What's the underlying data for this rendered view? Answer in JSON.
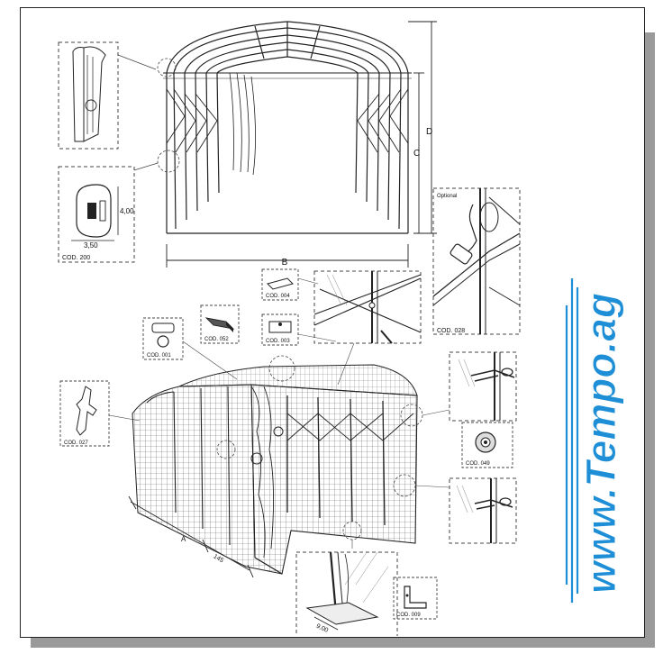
{
  "labels": {
    "cod_200": "COD. 200",
    "dim_width": "3,50",
    "dim_height": "4,00",
    "dim_b": "B",
    "dim_c": "C",
    "dim_d": "D",
    "cod_004": "COD. 004",
    "cod_003": "COD. 003",
    "cod_052": "COD. 052",
    "cod_001": "COD. 001",
    "optional": "Optional",
    "cod_028": "COD. 028",
    "cod_027": "COD. 027",
    "cod_049": "COD. 049",
    "cod_009": "COD. 009",
    "dim_a": "A",
    "dim_145": "145",
    "dim_900": "9,00"
  },
  "logo": {
    "text": "www.Tempo.ag",
    "color": "#1e8fd6"
  },
  "colors": {
    "line": "#222222",
    "dash": "#444444",
    "mesh": "#555555"
  }
}
